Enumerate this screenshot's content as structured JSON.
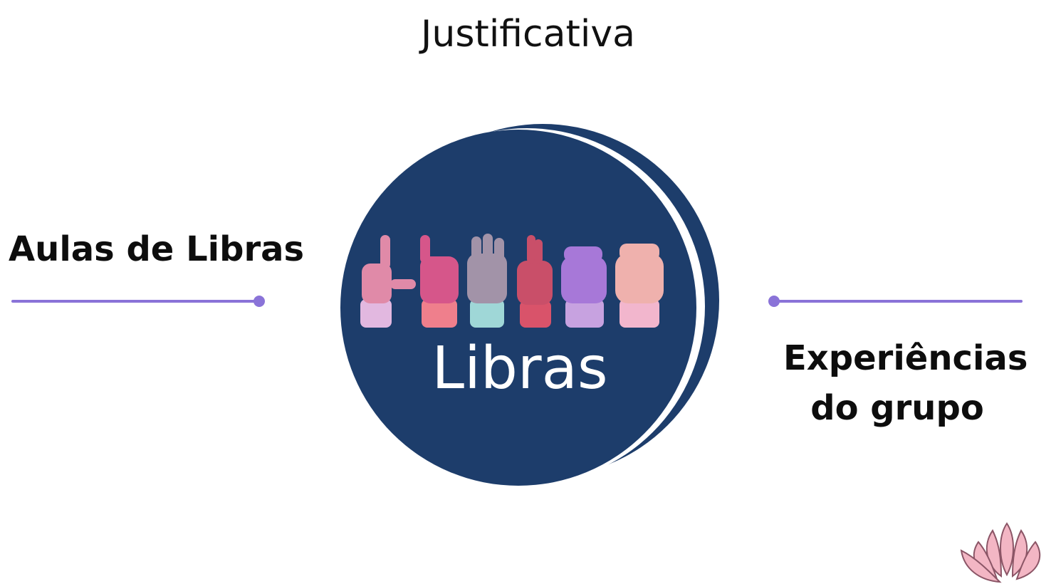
{
  "title": "Justificativa",
  "nodes": {
    "left": {
      "label": "Aulas de Libras"
    },
    "right": {
      "label_line1": "Experiências",
      "label_line2": "do grupo"
    }
  },
  "center": {
    "logo_text": "Libras",
    "hand_icons": [
      "hand-l-icon",
      "hand-i-icon",
      "hand-b-icon",
      "hand-r-icon",
      "hand-a-icon",
      "hand-s-icon"
    ]
  },
  "colors": {
    "circle": "#1d3d6b",
    "connector": "#8a73d8",
    "text": "#0d0d0d",
    "lotus": "#f3b6c4"
  },
  "decoration": {
    "icon": "lotus-icon"
  }
}
